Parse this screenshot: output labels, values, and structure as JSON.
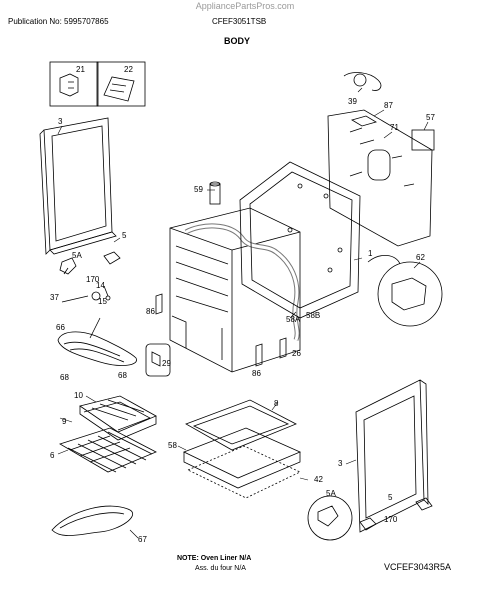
{
  "watermark": "AppliancePartsPros.com",
  "header": {
    "publication": "Publication No: 5995707865",
    "model": "CFEF3051TSB",
    "section_title": "BODY"
  },
  "callouts": [
    "21",
    "22",
    "39",
    "87",
    "71",
    "57",
    "3",
    "59",
    "5",
    "1",
    "62",
    "5A",
    "170",
    "14",
    "37",
    "15",
    "86",
    "58A",
    "58B",
    "66",
    "29",
    "26",
    "68",
    "10",
    "9",
    "8",
    "6",
    "58",
    "42",
    "67"
  ],
  "footer": {
    "note_line1": "NOTE: Oven Liner N/A",
    "note_line2": "Ass. du four N/A",
    "drawing_code": "VCFEF3043R5A"
  }
}
